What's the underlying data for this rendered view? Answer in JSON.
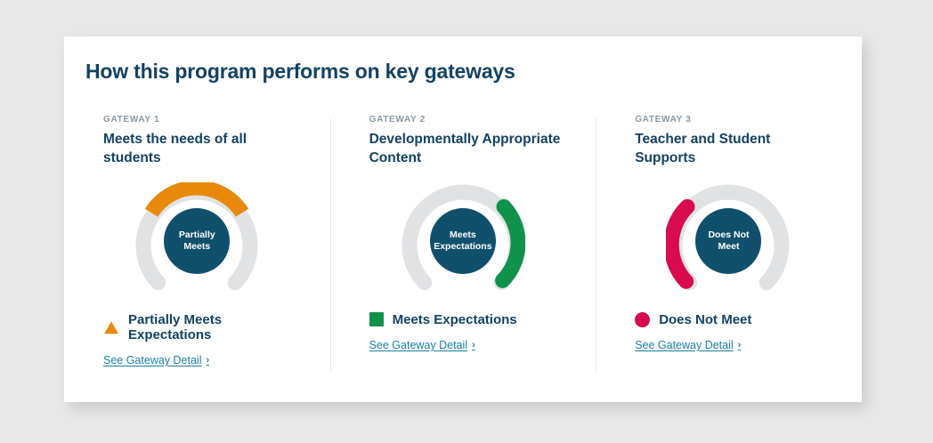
{
  "page": {
    "title": "How this program performs on key gateways",
    "background_color": "#e8e8e8",
    "card_color": "#ffffff"
  },
  "colors": {
    "navy": "#134264",
    "hub": "#10506d",
    "track": "#e0e2e4",
    "orange": "#e8890c",
    "green": "#11924a",
    "crimson": "#d80b4e",
    "link": "#1a7fa4",
    "eyebrow": "#8a98a3"
  },
  "gateways": [
    {
      "eyebrow": "GATEWAY 1",
      "title": "Meets the needs of all students",
      "gauge": {
        "hub_text": "Partially Meets",
        "arc_color": "#e8890c",
        "track_color": "#e0e2e4",
        "segment": "top",
        "start_deg": 212,
        "end_deg": 328,
        "track_start_deg": 140,
        "track_sweep_deg": 260
      },
      "legend": {
        "icon": "triangle-icon",
        "icon_color": "#e8890c",
        "label": "Partially Meets Expectations"
      },
      "link": {
        "label": "See Gateway Detail",
        "chevron": "›"
      }
    },
    {
      "eyebrow": "GATEWAY 2",
      "title": "Developmentally Appropriate Content",
      "gauge": {
        "hub_text": "Meets Expectations",
        "arc_color": "#11924a",
        "track_color": "#e0e2e4",
        "segment": "right",
        "start_deg": 320,
        "end_deg": 42,
        "track_start_deg": 140,
        "track_sweep_deg": 260
      },
      "legend": {
        "icon": "square-icon",
        "icon_color": "#11924a",
        "label": "Meets Expectations"
      },
      "link": {
        "label": "See Gateway Detail",
        "chevron": "›"
      }
    },
    {
      "eyebrow": "GATEWAY 3",
      "title": "Teacher and Student Supports",
      "gauge": {
        "hub_text": "Does Not Meet",
        "arc_color": "#d80b4e",
        "track_color": "#e0e2e4",
        "segment": "left",
        "start_deg": 140,
        "end_deg": 218,
        "track_start_deg": 140,
        "track_sweep_deg": 260
      },
      "legend": {
        "icon": "circle-icon",
        "icon_color": "#d80b4e",
        "label": "Does Not Meet"
      },
      "link": {
        "label": "See Gateway Detail",
        "chevron": "›"
      }
    }
  ],
  "chart_data": {
    "type": "gauge",
    "title": "How this program performs on key gateways",
    "categories": [
      "Meets the needs of all students",
      "Developmentally Appropriate Content",
      "Teacher and Student Supports"
    ],
    "ratings": [
      "Partially Meets Expectations",
      "Meets Expectations",
      "Does Not Meet"
    ],
    "legend_position": "below-each-gauge"
  }
}
